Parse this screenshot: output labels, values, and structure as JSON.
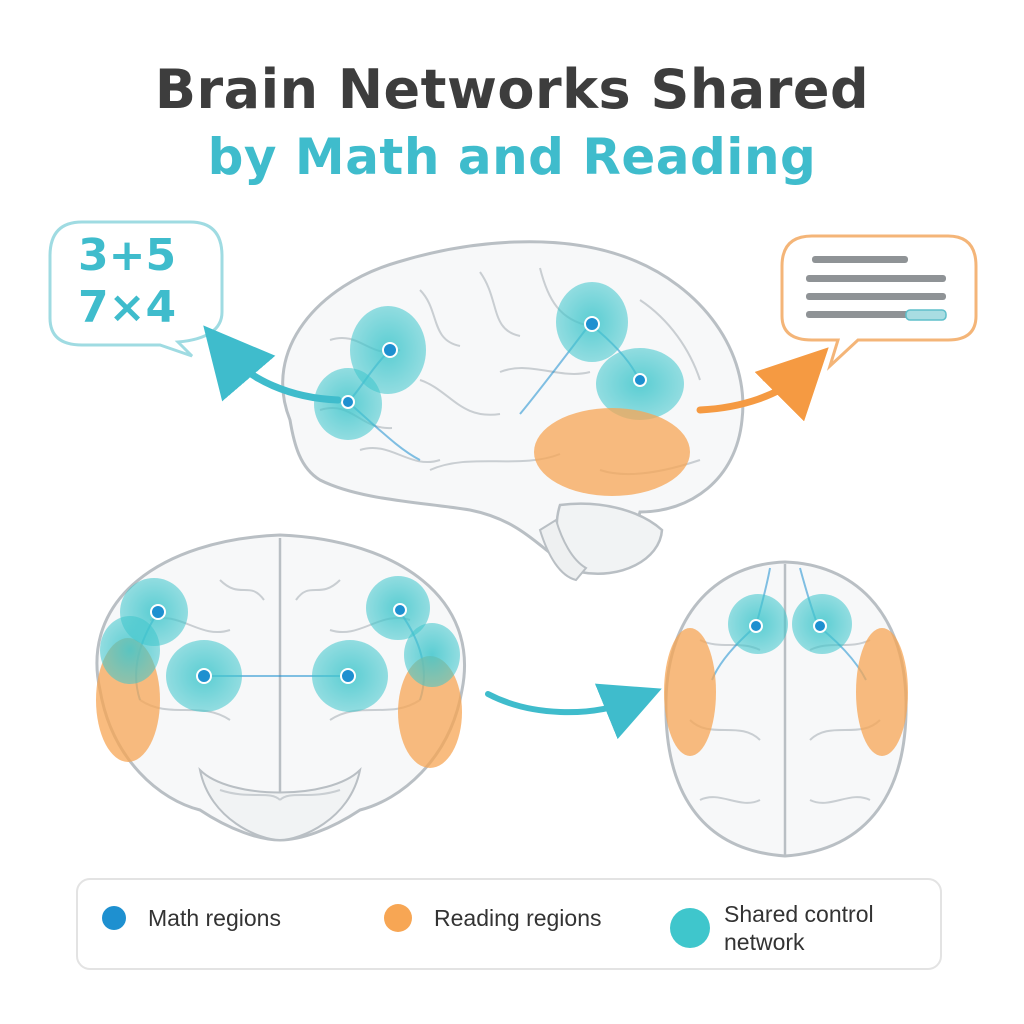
{
  "title": {
    "line1": "Brain Networks Shared",
    "line2": "by Math and Reading"
  },
  "math_bubble": {
    "line1": "3+5",
    "line2": "7×4"
  },
  "legend": {
    "items": [
      {
        "label": "Math regions",
        "color": "#1e90d0"
      },
      {
        "label": "Reading regions",
        "color": "#f7a654"
      },
      {
        "label_line1": "Shared control",
        "label_line2": "network",
        "color": "#3fc6cc"
      }
    ]
  },
  "colors": {
    "math": "#1e90d0",
    "reading": "#f7a654",
    "shared": "#3fc6cc",
    "brain_fill": "#f7f8f9",
    "brain_stroke": "#b9bfc4"
  }
}
